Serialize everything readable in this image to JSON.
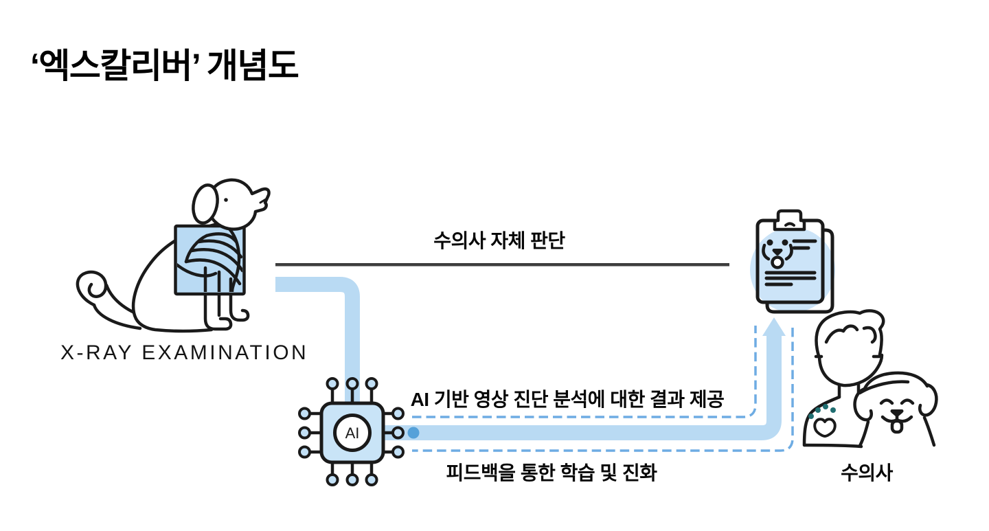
{
  "title": "‘엑스칼리버’ 개념도",
  "nodes": {
    "xray_examination": {
      "label": "X-RAY EXAMINATION",
      "icon": "dog-xray-icon"
    },
    "ai_chip": {
      "chip_label": "AI",
      "icon": "ai-chip-icon"
    },
    "diagnosis_report": {
      "icon": "diagnosis-report-icon"
    },
    "veterinarian": {
      "label": "수의사",
      "icon": "vet-with-dog-icon"
    }
  },
  "edges": {
    "self_judgment": {
      "label": "수의사 자체 판단",
      "from": "xray_examination",
      "to": "diagnosis_report",
      "style": "solid-black-line"
    },
    "ai_result": {
      "label": "AI 기반 영상 진단 분석에 대한 결과 제공",
      "from": "ai_chip",
      "to": "diagnosis_report",
      "style": "thick-blue-arrow"
    },
    "feedback": {
      "label": "피드백을 통한 학습 및 진화",
      "from": "veterinarian",
      "to": "ai_chip",
      "style": "dashed-blue-line"
    }
  },
  "colors": {
    "background": "#ffffff",
    "flow_blue": "#b9daf3",
    "dashed_blue": "#6eace3",
    "dot_blue": "#55a1d9",
    "judgment_line_black": "#3d3d3d",
    "outline_ink": "#1a1a1a",
    "chip_fill_blue": "#c9e4f7",
    "report_circle_blue": "#cce4f8",
    "paw_teal": "#206e71"
  }
}
